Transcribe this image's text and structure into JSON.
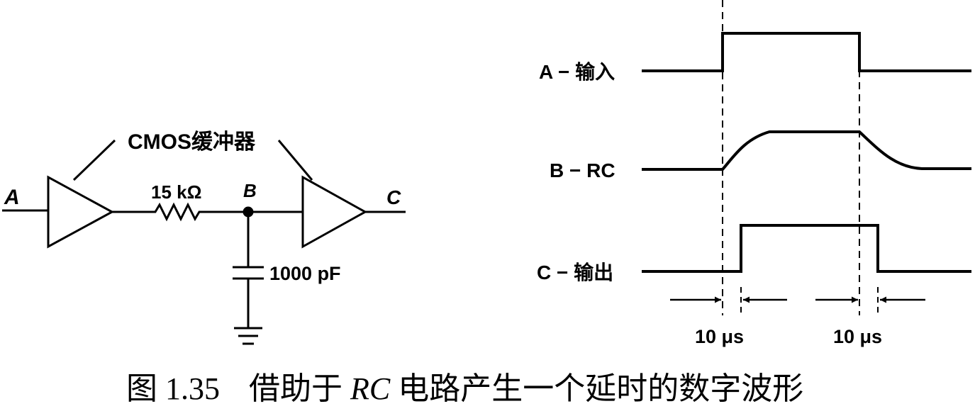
{
  "circuit": {
    "node_a": "A",
    "node_b": "B",
    "node_c": "C",
    "buffer_label": "CMOS缓冲器",
    "resistor_label": "15 kΩ",
    "capacitor_label": "1000 pF"
  },
  "waveforms": {
    "a_label": "A − 输入",
    "b_label": "B − RC",
    "c_label": "C − 输出",
    "delay_left": "10 μs",
    "delay_right": "10 μs"
  },
  "caption": {
    "number": "图 1.35",
    "prefix": "借助于",
    "rc": "RC",
    "suffix": "电路产生一个延时的数字波形"
  }
}
